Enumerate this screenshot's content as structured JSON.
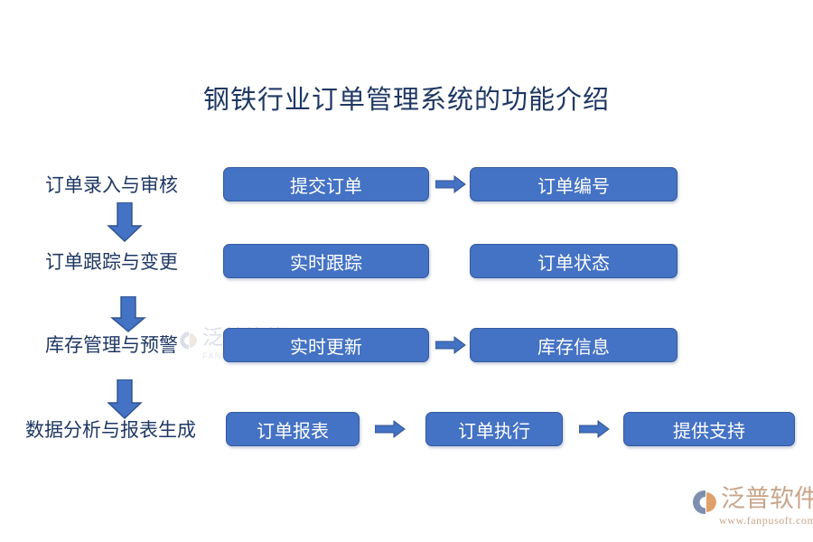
{
  "title": "钢铁行业订单管理系统的功能介绍",
  "colors": {
    "box_fill": "#4472C4",
    "box_border": "#355a9e",
    "box_text": "#FFFFFF",
    "label_text": "#1F3864",
    "title_text": "#1F3864",
    "arrow_fill": "#4472C4",
    "arrow_stroke": "#2F528F",
    "brand_text": "#C9A58A",
    "background": "#FFFFFF"
  },
  "watermark": {
    "cn": "泛普软件",
    "en": "FANPU SOFTWARE"
  },
  "brand": {
    "name": "泛普软件",
    "url": "www.fanpusoft.com"
  },
  "diagram": {
    "type": "flow",
    "rows": [
      {
        "label": "订单录入与审核",
        "boxes": [
          "提交订单",
          "订单编号"
        ],
        "arrows_between": [
          true
        ]
      },
      {
        "label": "订单跟踪与变更",
        "boxes": [
          "实时跟踪",
          "订单状态"
        ],
        "arrows_between": [
          false
        ]
      },
      {
        "label": "库存管理与预警",
        "boxes": [
          "实时更新",
          "库存信息"
        ],
        "arrows_between": [
          true
        ]
      },
      {
        "label": "数据分析与报表生成",
        "boxes": [
          "订单报表",
          "订单执行",
          "提供支持"
        ],
        "arrows_between": [
          true,
          true
        ]
      }
    ],
    "vertical_arrow_count": 3
  }
}
